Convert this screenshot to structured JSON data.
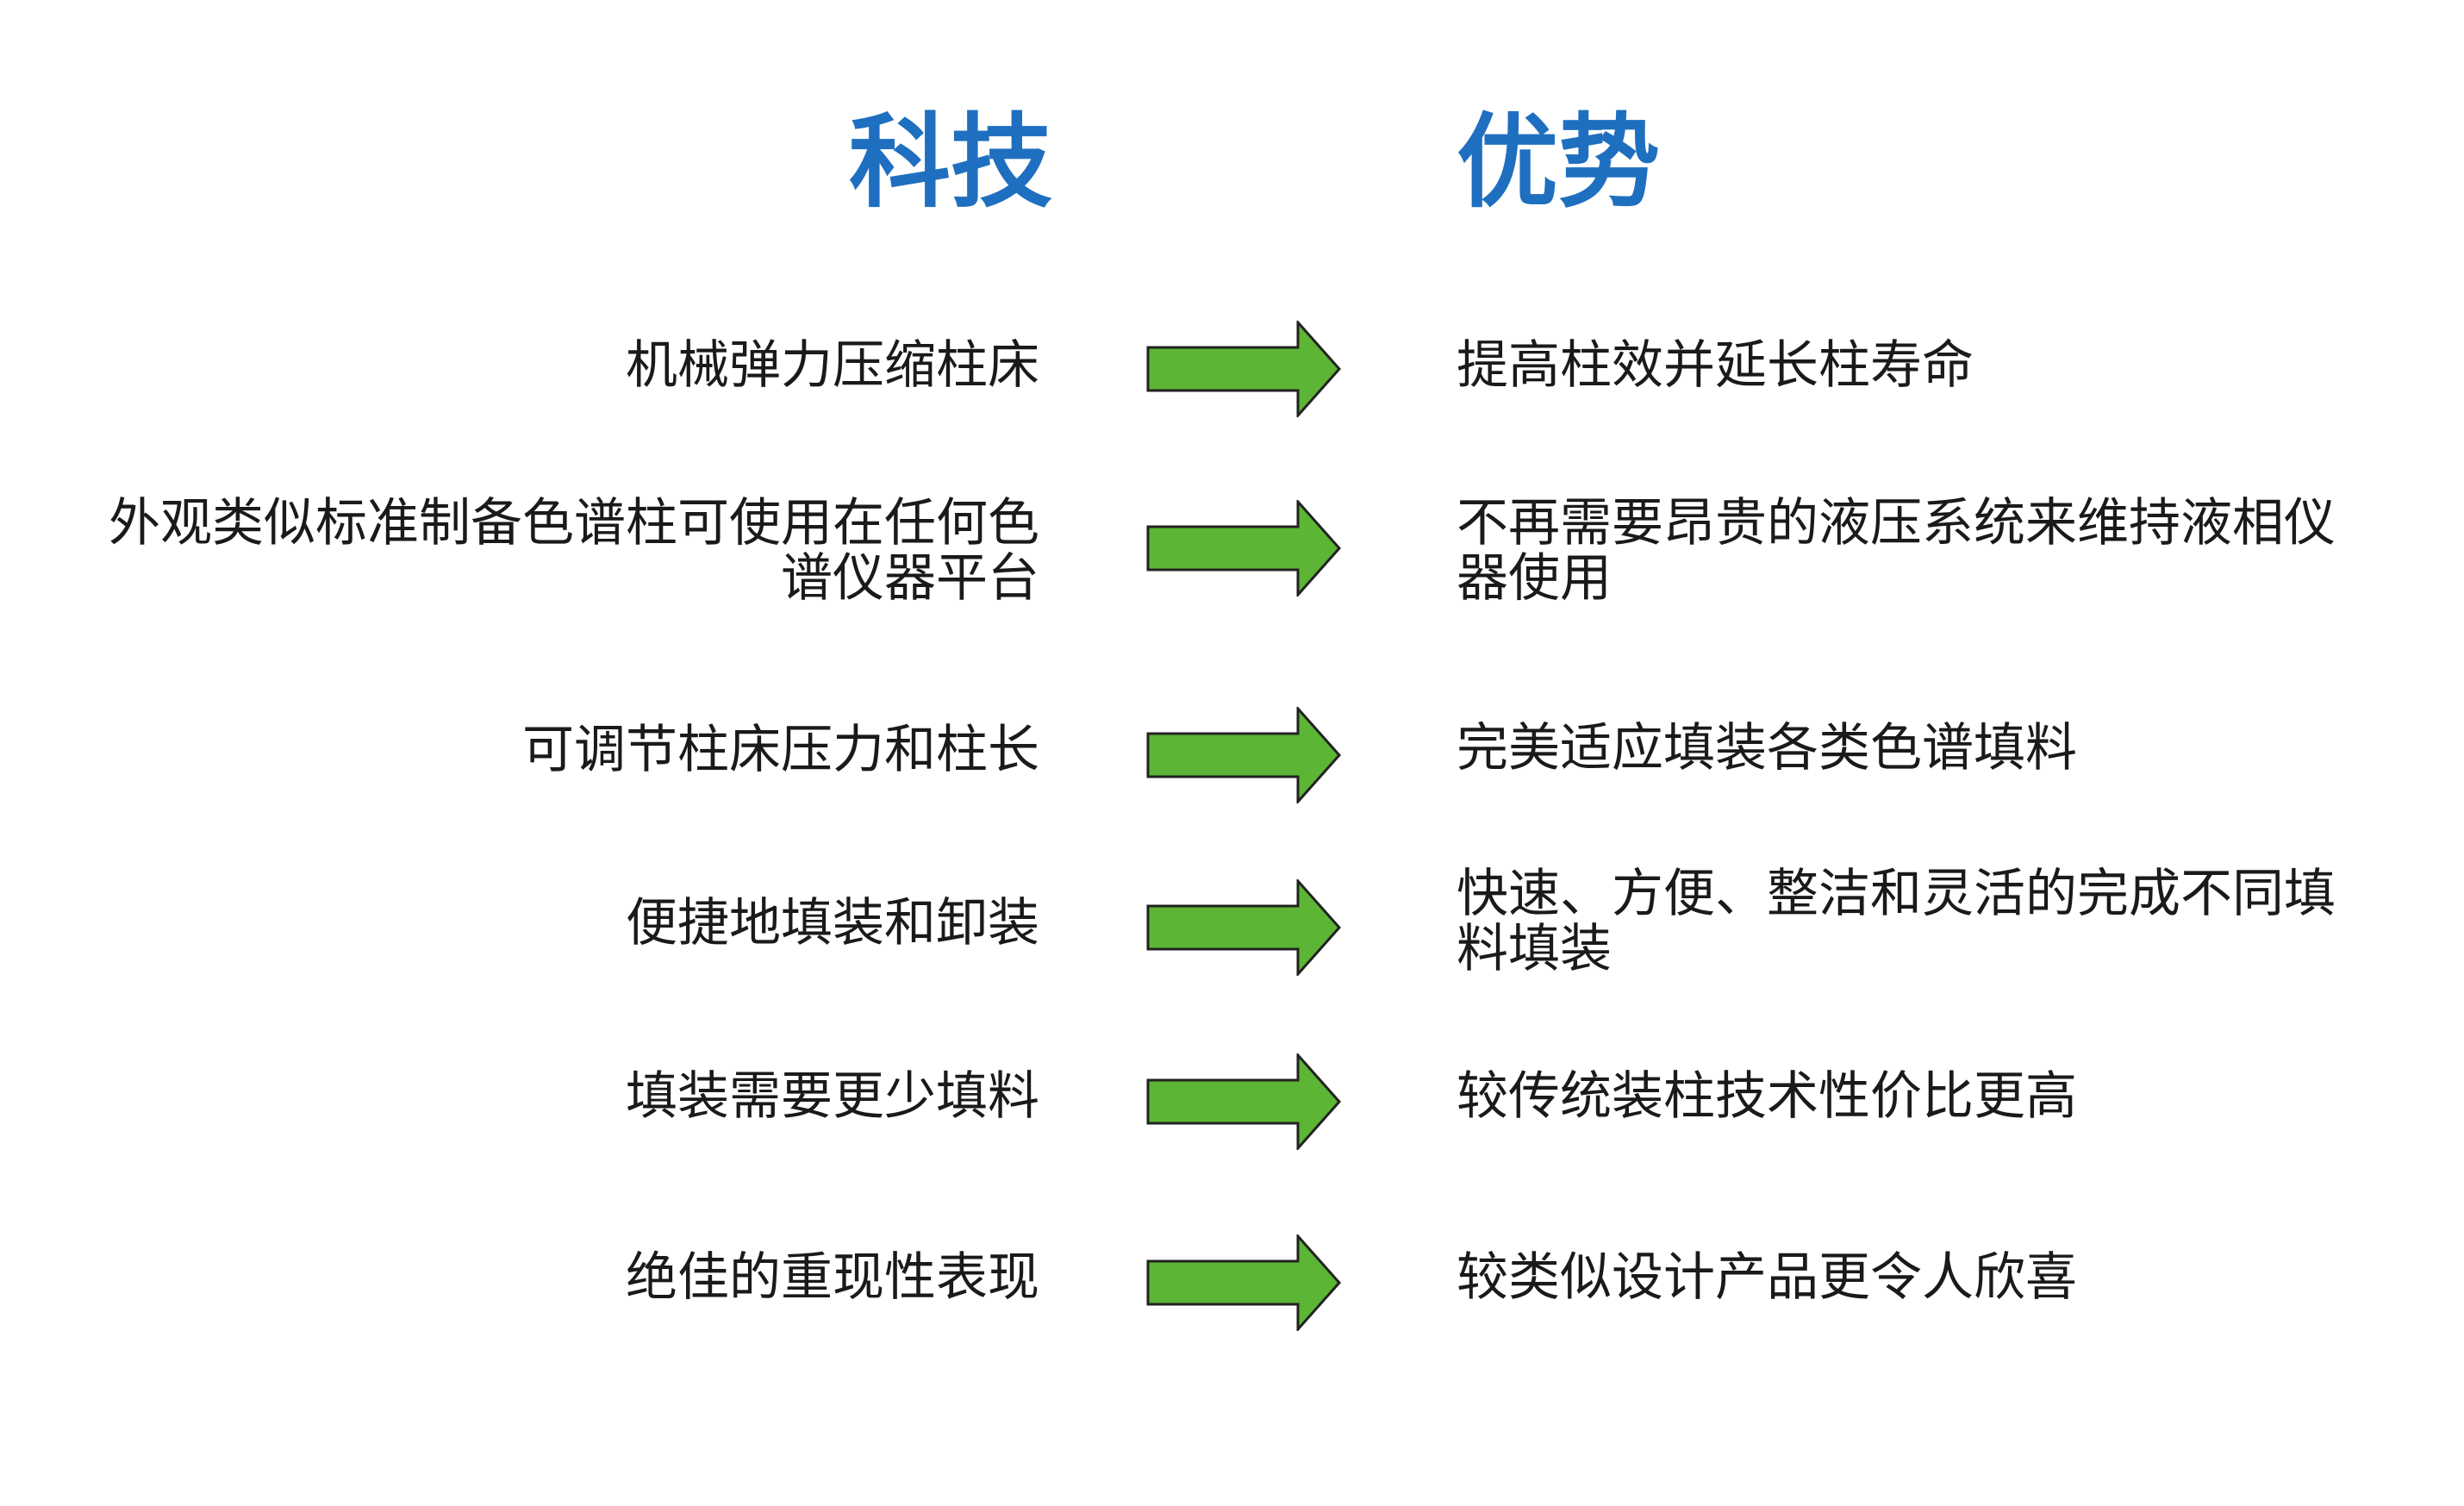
{
  "headings": {
    "technology": "科技",
    "advantage": "优势"
  },
  "colors": {
    "heading": "#1f6fc0",
    "arrow_fill": "#5cb534",
    "arrow_stroke": "#222222",
    "text": "#1a1a1a"
  },
  "rows": [
    {
      "technology": [
        "机械弹力压缩柱床"
      ],
      "advantage": [
        "提高柱效并延长柱寿命"
      ]
    },
    {
      "technology": [
        "外观类似标准制备色谱柱可使用在任何色",
        "谱仪器平台"
      ],
      "advantage": [
        "不再需要昂贵的液压系统来维持液相仪",
        "器使用"
      ]
    },
    {
      "technology": [
        "可调节柱床压力和柱长"
      ],
      "advantage": [
        "完美适应填装各类色谱填料"
      ]
    },
    {
      "technology": [
        "便捷地填装和卸装"
      ],
      "advantage": [
        "快速、方便、整洁和灵活的完成不同填",
        "料填装"
      ]
    },
    {
      "technology": [
        "填装需要更少填料"
      ],
      "advantage": [
        "较传统装柱技术性价比更高"
      ]
    },
    {
      "technology": [
        "绝佳的重现性表现"
      ],
      "advantage": [
        "较类似设计产品更令人欣喜"
      ]
    }
  ]
}
